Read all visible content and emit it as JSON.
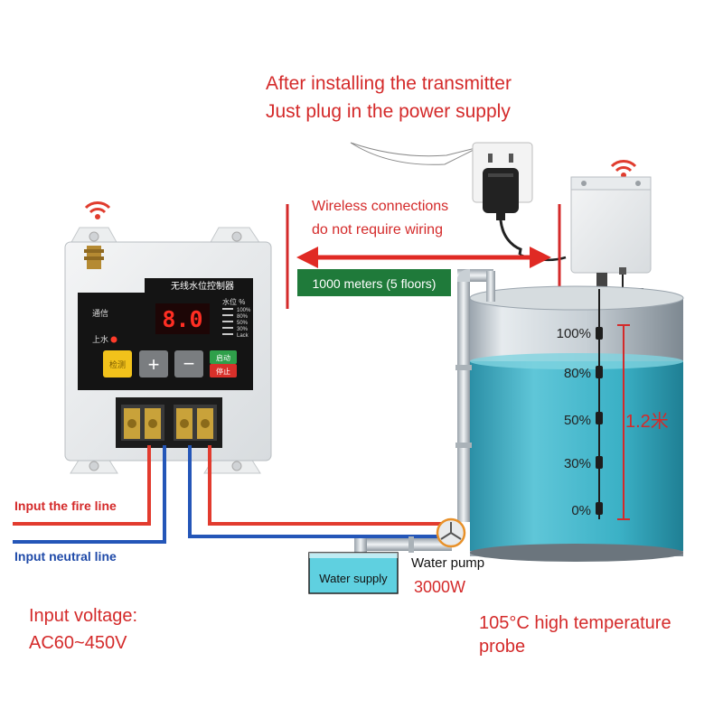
{
  "captions": {
    "transmitter_line1": "After installing the transmitter",
    "transmitter_line2": "Just plug in the power supply",
    "wireless_line1": "Wireless connections",
    "wireless_line2": "do not require wiring",
    "distance_badge": "1000 meters (5 floors)",
    "fire_line": "Input the fire line",
    "neutral_line": "Input neutral line",
    "water_supply": "Water supply",
    "water_pump": "Water pump",
    "pump_power": "3000W",
    "voltage_line1": "Input voltage:",
    "voltage_line2": "AC60~450V",
    "probe_line1": "105°C high temperature",
    "probe_line2": "probe"
  },
  "controller": {
    "title": "无线水位控制器",
    "display_value": "8.0",
    "comm_label": "通信",
    "fill_label": "上水",
    "level_header": "水位 %",
    "level_steps": [
      "100%",
      "80%",
      "50%",
      "30%",
      "Lack"
    ],
    "btn_check": "检测",
    "btn_plus": "+",
    "btn_minus": "−",
    "btn_start": "启动",
    "btn_stop": "停止"
  },
  "tank": {
    "levels": [
      "100%",
      "80%",
      "50%",
      "30%",
      "0%"
    ],
    "height_label": "1.2米"
  },
  "colors": {
    "red_text": "#d42a2a",
    "blue_text": "#1f4aa8",
    "badge_bg": "#1f7a3a",
    "water": "#3bb1c6",
    "wire_red": "#e23b2e",
    "wire_blue": "#2456b8"
  },
  "icons": [
    "wifi-icon",
    "power-adapter-icon",
    "wall-socket-icon",
    "pump-icon",
    "double-arrow-icon"
  ]
}
